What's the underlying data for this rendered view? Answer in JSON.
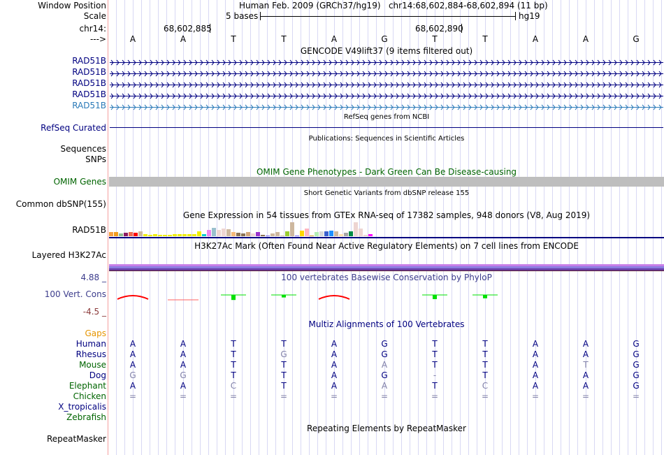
{
  "header": {
    "window_position_label": "Window Position",
    "window_position": "Human Feb. 2009 (GRCh37/hg19)   chr14:68,602,884-68,602,894 (11 bp)",
    "scale_label": "Scale",
    "scale_text": "5 bases",
    "scale_db": "hg19",
    "chrom_label": "chr14:",
    "pos1": "68,602,885",
    "pos2": "68,602,890",
    "strand_label": "--->"
  },
  "sequence": [
    "A",
    "A",
    "T",
    "T",
    "A",
    "G",
    "T",
    "T",
    "A",
    "A",
    "G"
  ],
  "gencode": {
    "title": "GENCODE V49lift37 (9 items filtered out)",
    "genes": [
      {
        "name": "RAD51B",
        "color": "#000080"
      },
      {
        "name": "RAD51B",
        "color": "#000080"
      },
      {
        "name": "RAD51B",
        "color": "#000080"
      },
      {
        "name": "RAD51B",
        "color": "#000080"
      },
      {
        "name": "RAD51B",
        "color": "#2a7ab8"
      }
    ]
  },
  "refseq": {
    "title": "RefSeq genes from NCBI",
    "label": "RefSeq Curated"
  },
  "publications": {
    "title": "Publications: Sequences in Scientific Articles",
    "labels": [
      "Sequences",
      "SNPs"
    ]
  },
  "omim": {
    "title": "OMIM Gene Phenotypes - Dark Green Can Be Disease-causing",
    "label": "OMIM Genes"
  },
  "dbsnp": {
    "title": "Short Genetic Variants from dbSNP release 155",
    "label": "Common dbSNP(155)"
  },
  "gtex": {
    "title": "Gene Expression in 54 tissues from GTEx RNA-seq of 17382 samples, 948 donors (V8, Aug 2019)",
    "label": "RAD51B",
    "values": [
      9,
      9,
      6,
      8,
      9,
      7,
      10,
      4,
      3,
      4,
      3,
      3,
      3,
      4,
      4,
      4,
      4,
      4,
      10,
      5,
      13,
      18,
      14,
      16,
      15,
      9,
      8,
      6,
      9,
      6,
      9,
      3,
      1,
      6,
      9,
      2,
      10,
      30,
      2,
      12,
      16,
      2,
      9,
      10,
      10,
      12,
      10,
      5,
      8,
      10,
      30,
      16,
      3,
      5
    ],
    "colors": [
      "#f5a040",
      "#f29c1c",
      "#8fbc8f",
      "#8b1c62",
      "#ee6a50",
      "#ff0000",
      "#cdb79e",
      "#eeee00",
      "#eeee00",
      "#eeee00",
      "#eeee00",
      "#eeee00",
      "#eeee00",
      "#eeee00",
      "#eeee00",
      "#eeee00",
      "#eeee00",
      "#eeee00",
      "#eeee00",
      "#00cdcd",
      "#ee82ee",
      "#9ac0cd",
      "#eed5d2",
      "#eed5d2",
      "#cdb79e",
      "#f4b97a",
      "#8b7355",
      "#8b7355",
      "#d2a679",
      "#eed5d2",
      "#9a32cd",
      "#8b7355",
      "#7a67ee",
      "#cdb79e",
      "#cdb79e",
      "#cdb79e",
      "#9acd32",
      "#cdb79e",
      "#7a67ee",
      "#ffd700",
      "#ffb6c1",
      "#cd9b1d",
      "#b4eeb4",
      "#d9d9d9",
      "#3a5fcd",
      "#1e90ff",
      "#cdb79e",
      "#ffdead",
      "#a6a6a6",
      "#008b45",
      "#eed5d2",
      "#eed5d2",
      "#eed5d2",
      "#ff00ff"
    ]
  },
  "h3k27ac": {
    "title": "H3K27Ac Mark (Often Found Near Active Regulatory Elements) on 7 cell lines from ENCODE",
    "label": "Layered H3K27Ac"
  },
  "phylop": {
    "title": "100 vertebrates Basewise Conservation by PhyloP",
    "label": "100 Vert. Cons",
    "max": "4.88 _",
    "min": "-4.5 _",
    "scores": [
      0.5,
      0.05,
      -0.6,
      -0.3,
      0.3,
      0,
      -0.5,
      -0.4,
      0,
      0,
      0
    ]
  },
  "multiz": {
    "title": "Multiz Alignments of 100 Vertebrates",
    "gaps_label": "Gaps",
    "match_color": "#000080",
    "mismatch_color": "#8080a8",
    "species": [
      {
        "name": "Human",
        "color": "#000080",
        "bases": [
          "A",
          "A",
          "T",
          "T",
          "A",
          "G",
          "T",
          "T",
          "A",
          "A",
          "G"
        ],
        "mismatch": []
      },
      {
        "name": "Rhesus",
        "color": "#000080",
        "bases": [
          "A",
          "A",
          "T",
          "G",
          "A",
          "G",
          "T",
          "T",
          "A",
          "A",
          "G"
        ],
        "mismatch": [
          3
        ]
      },
      {
        "name": "Mouse",
        "color": "#006400",
        "bases": [
          "A",
          "A",
          "T",
          "T",
          "A",
          "A",
          "T",
          "T",
          "A",
          "T",
          "G"
        ],
        "mismatch": [
          5,
          9
        ]
      },
      {
        "name": "Dog",
        "color": "#000080",
        "bases": [
          "G",
          "G",
          "T",
          "T",
          "A",
          "G",
          "-",
          "T",
          "A",
          "A",
          "G"
        ],
        "mismatch": [
          0,
          1,
          6
        ]
      },
      {
        "name": "Elephant",
        "color": "#006400",
        "bases": [
          "A",
          "A",
          "C",
          "T",
          "A",
          "A",
          "T",
          "C",
          "A",
          "A",
          "G"
        ],
        "mismatch": [
          2,
          5,
          7
        ]
      },
      {
        "name": "Chicken",
        "color": "#006400",
        "bases": [
          "=",
          "=",
          "=",
          "=",
          "=",
          "=",
          "=",
          "=",
          "=",
          "=",
          "="
        ],
        "mismatch": [
          0,
          1,
          2,
          3,
          4,
          5,
          6,
          7,
          8,
          9,
          10
        ]
      },
      {
        "name": "X_tropicalis",
        "color": "#000080",
        "bases": [],
        "mismatch": []
      },
      {
        "name": "Zebrafish",
        "color": "#006400",
        "bases": [],
        "mismatch": []
      }
    ]
  },
  "repeatmasker": {
    "title": "Repeating Elements by RepeatMasker",
    "label": "RepeatMasker"
  }
}
